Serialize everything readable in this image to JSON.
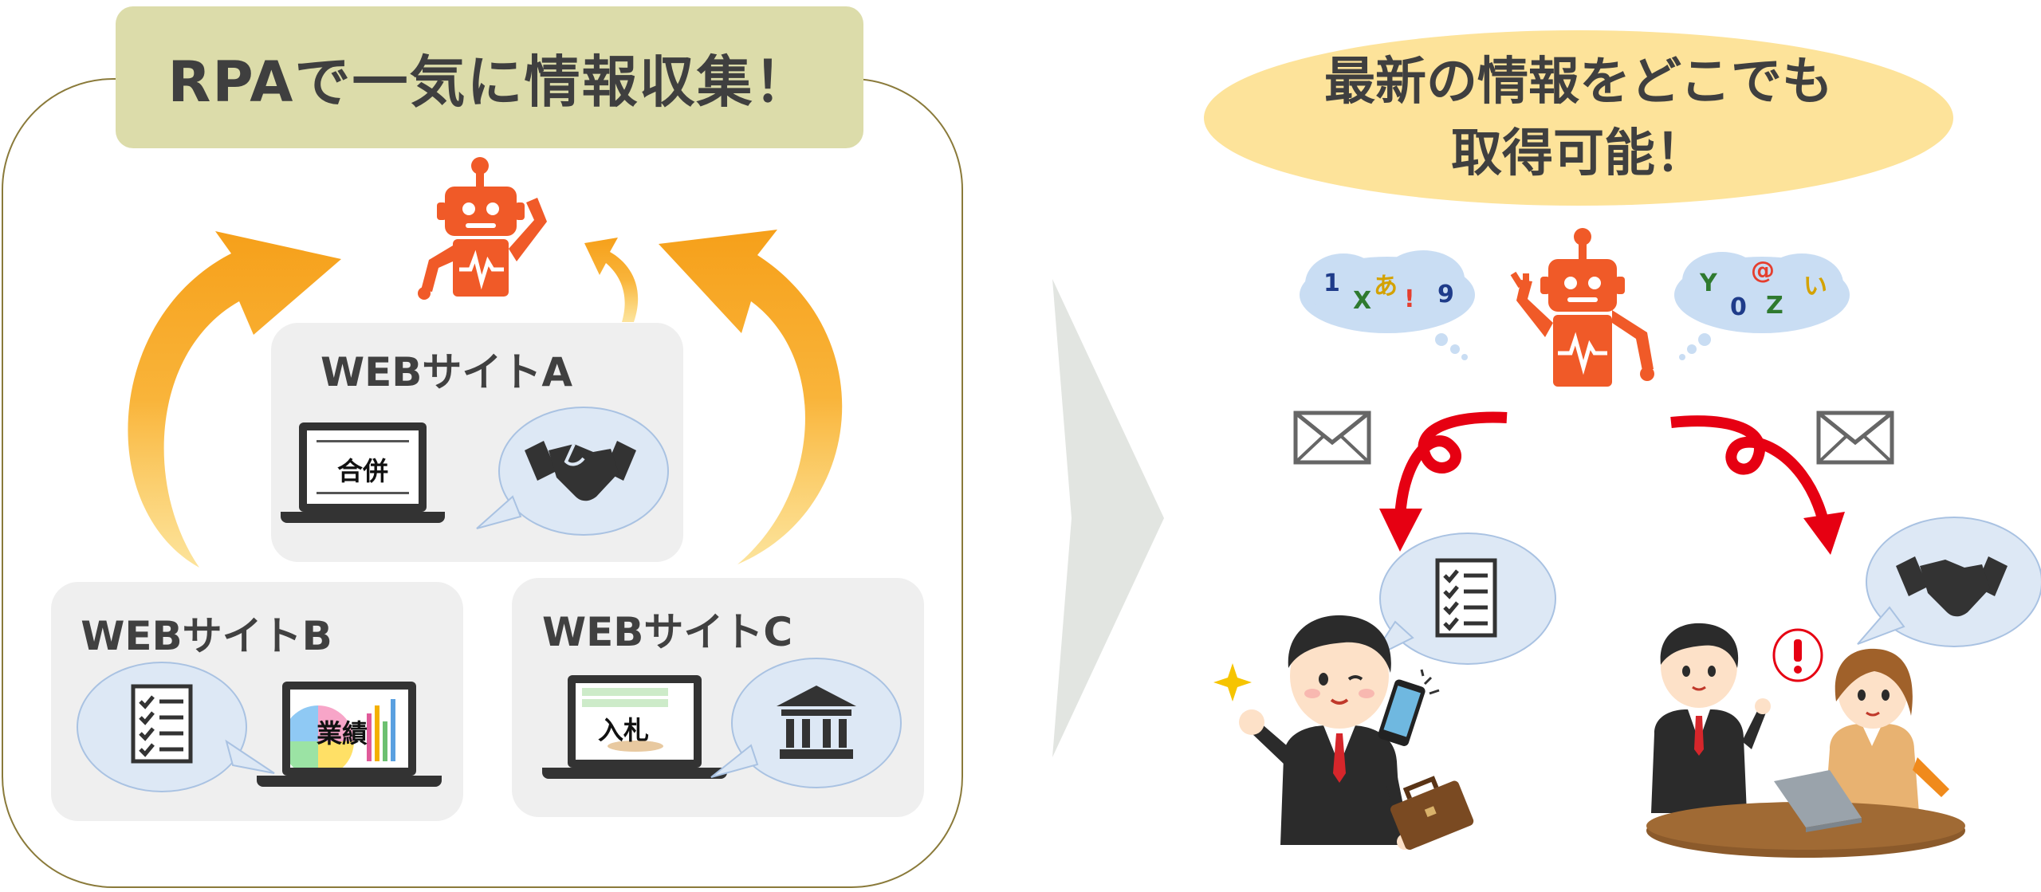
{
  "left_panel": {
    "title": "RPAで一気に情報収集！",
    "sites": [
      {
        "label": "WEBサイトA",
        "screen_text": "合併"
      },
      {
        "label": "WEBサイトB",
        "screen_text": "業績"
      },
      {
        "label": "WEBサイトC",
        "screen_text": "入札"
      }
    ]
  },
  "right_panel": {
    "title_line1": "最新の情報をどこでも",
    "title_line2": "取得可能！",
    "cloud_left_chars": [
      "1",
      "X",
      "あ",
      "!",
      "9"
    ],
    "cloud_right_chars": [
      "Y",
      "@",
      "い",
      "0",
      "Z"
    ]
  },
  "colors": {
    "robot": "#f05a28",
    "arrow_orange": "#f7a21b",
    "arrow_red": "#e60012",
    "title_left_bg": "#dcdcaa",
    "title_right_bg": "#fde39a",
    "bubble": "#dde8f5",
    "chevron": "#e2e5e1"
  },
  "icons": [
    "robot-icon",
    "laptop-icon",
    "handshake-icon",
    "checklist-icon",
    "bank-icon",
    "envelope-icon",
    "cloud-icon",
    "businessman-icon",
    "businesswoman-icon",
    "smartphone-icon",
    "briefcase-icon"
  ]
}
